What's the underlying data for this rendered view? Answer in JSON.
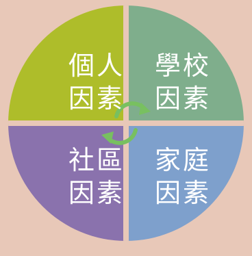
{
  "diagram": {
    "quadrants": [
      {
        "id": "top-left",
        "line1": "個人",
        "line2": "因素",
        "color": "#aebd2a"
      },
      {
        "id": "top-right",
        "line1": "學校",
        "line2": "因素",
        "color": "#7fae8c"
      },
      {
        "id": "bottom-left",
        "line1": "社區",
        "line2": "因素",
        "color": "#8a72ad"
      },
      {
        "id": "bottom-right",
        "line1": "家庭",
        "line2": "因素",
        "color": "#7ea0cc"
      }
    ],
    "background": "#e8c8b8",
    "arrow_color": "#78c060",
    "arrow_icon": "cycle-arrows-icon"
  }
}
